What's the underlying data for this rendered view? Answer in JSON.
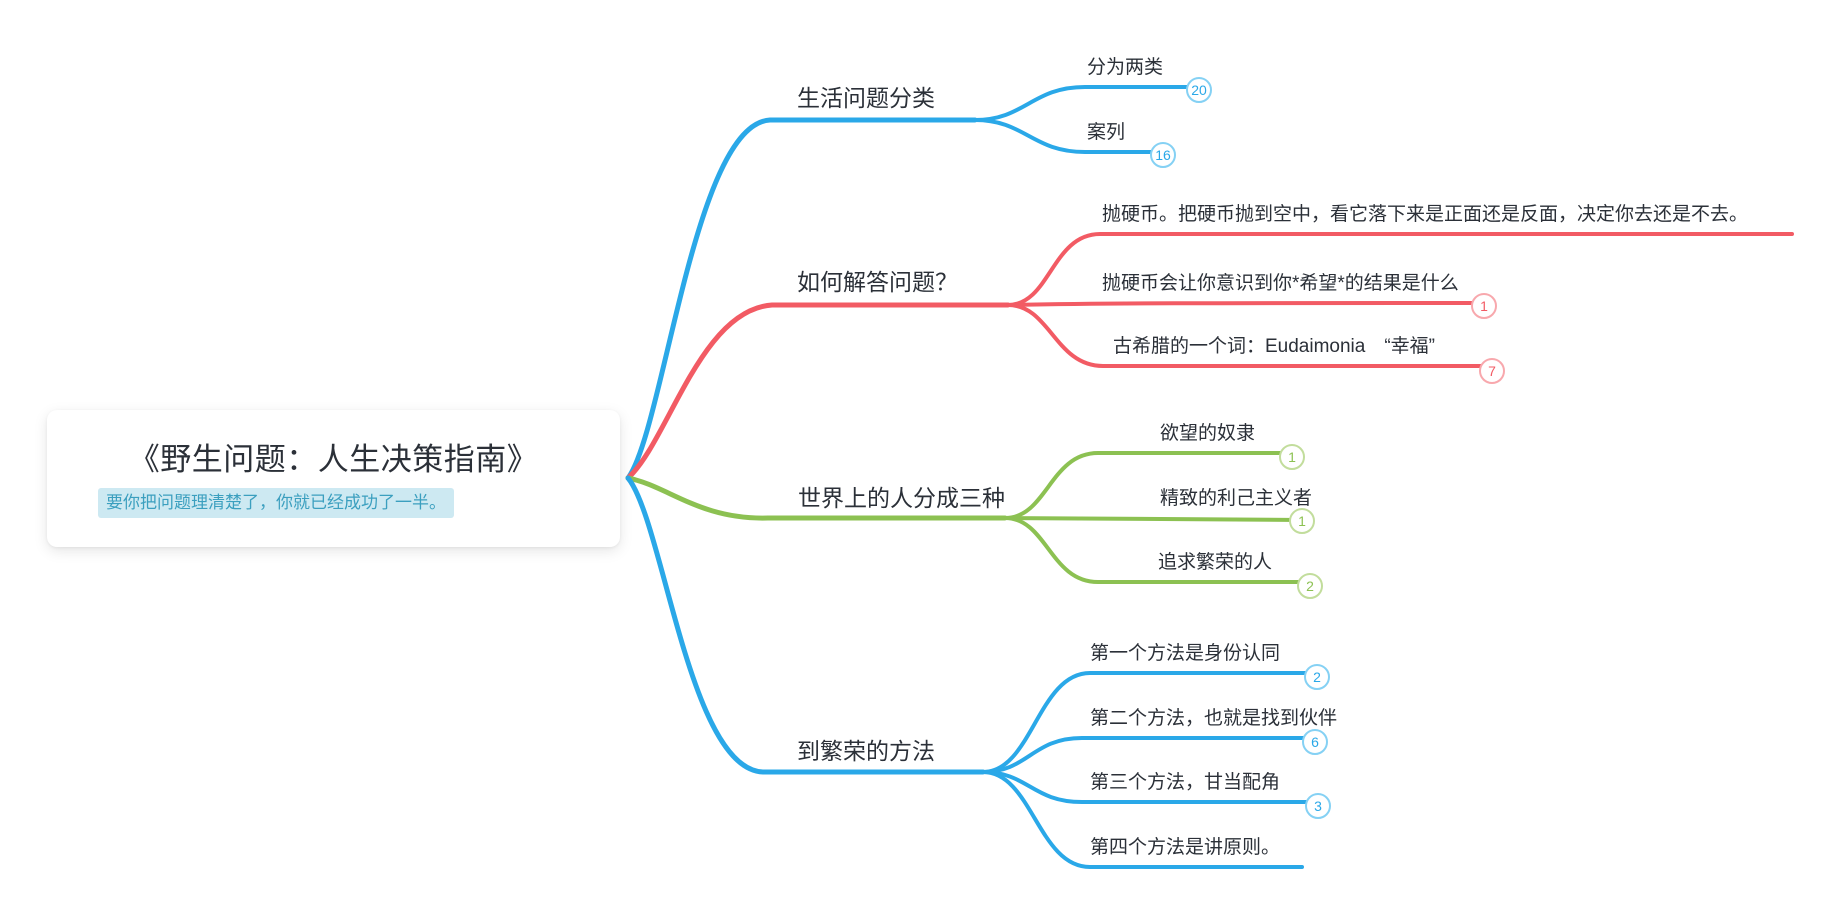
{
  "root": {
    "title": "《野生问题：人生决策指南》",
    "subtitle": "要你把问题理清楚了，你就已经成功了一半。"
  },
  "colors": {
    "blue": "#2aa8e8",
    "red": "#f25b64",
    "green": "#8cc152",
    "text": "#2b3038",
    "subtitle_text": "#3b9fbf",
    "subtitle_highlight": "#cde9f2"
  },
  "branches": [
    {
      "label": "生活问题分类",
      "color": "#2aa8e8",
      "children": [
        {
          "text": "分为两类",
          "badge": "20"
        },
        {
          "text": "案列",
          "badge": "16"
        }
      ]
    },
    {
      "label": "如何解答问题？",
      "color": "#f25b64",
      "children": [
        {
          "text": "抛硬币。把硬币抛到空中，看它落下来是正面还是反面，决定你去还是不去。"
        },
        {
          "text": "抛硬币会让你意识到你*希望*的结果是什么",
          "badge": "1"
        },
        {
          "text": "古希腊的一个词：Eudaimonia　“幸福”",
          "badge": "7"
        }
      ]
    },
    {
      "label": "世界上的人分成三种",
      "color": "#8cc152",
      "children": [
        {
          "text": "欲望的奴隶",
          "badge": "1"
        },
        {
          "text": "精致的利己主义者",
          "badge": "1"
        },
        {
          "text": "追求繁荣的人",
          "badge": "2"
        }
      ]
    },
    {
      "label": "到繁荣的方法",
      "color": "#2aa8e8",
      "children": [
        {
          "text": "第一个方法是身份认同",
          "badge": "2"
        },
        {
          "text": "第二个方法，也就是找到伙伴",
          "badge": "6"
        },
        {
          "text": "第三个方法，甘当配角",
          "badge": "3"
        },
        {
          "text": "第四个方法是讲原则。"
        }
      ]
    }
  ]
}
